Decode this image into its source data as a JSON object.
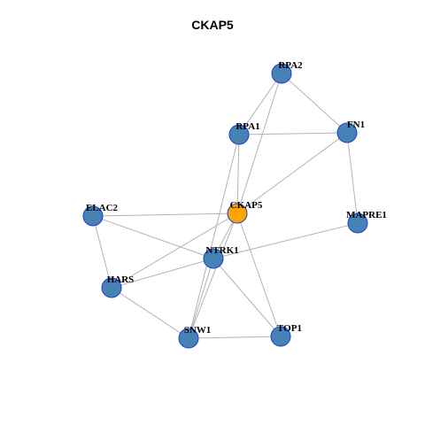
{
  "title": "CKAP5",
  "colors": {
    "node": "#4682b4",
    "hub": "#ffa500",
    "border": "#1f3fd0",
    "edge": "#b3b3b3"
  },
  "nodes": [
    {
      "id": "RPA2",
      "label": "RPA2",
      "hub": false
    },
    {
      "id": "RPA1",
      "label": "RPA1",
      "hub": false
    },
    {
      "id": "FN1",
      "label": "FN1",
      "hub": false
    },
    {
      "id": "ELAC2",
      "label": "ELAC2",
      "hub": false
    },
    {
      "id": "CKAP5",
      "label": "CKAP5",
      "hub": true
    },
    {
      "id": "MAPRE1",
      "label": "MAPRE1",
      "hub": false
    },
    {
      "id": "NTRK1",
      "label": "NTRK1",
      "hub": false
    },
    {
      "id": "HARS",
      "label": "HARS",
      "hub": false
    },
    {
      "id": "SNW1",
      "label": "SNW1",
      "hub": false
    },
    {
      "id": "TOP1",
      "label": "TOP1",
      "hub": false
    }
  ],
  "edges": [
    [
      "RPA2",
      "RPA1"
    ],
    [
      "RPA2",
      "FN1"
    ],
    [
      "RPA2",
      "CKAP5"
    ],
    [
      "RPA1",
      "FN1"
    ],
    [
      "RPA1",
      "CKAP5"
    ],
    [
      "RPA1",
      "SNW1"
    ],
    [
      "FN1",
      "CKAP5"
    ],
    [
      "FN1",
      "MAPRE1"
    ],
    [
      "ELAC2",
      "CKAP5"
    ],
    [
      "ELAC2",
      "NTRK1"
    ],
    [
      "ELAC2",
      "HARS"
    ],
    [
      "CKAP5",
      "NTRK1"
    ],
    [
      "CKAP5",
      "HARS"
    ],
    [
      "CKAP5",
      "SNW1"
    ],
    [
      "CKAP5",
      "TOP1"
    ],
    [
      "MAPRE1",
      "NTRK1"
    ],
    [
      "NTRK1",
      "HARS"
    ],
    [
      "NTRK1",
      "SNW1"
    ],
    [
      "NTRK1",
      "TOP1"
    ],
    [
      "HARS",
      "SNW1"
    ],
    [
      "SNW1",
      "TOP1"
    ]
  ]
}
